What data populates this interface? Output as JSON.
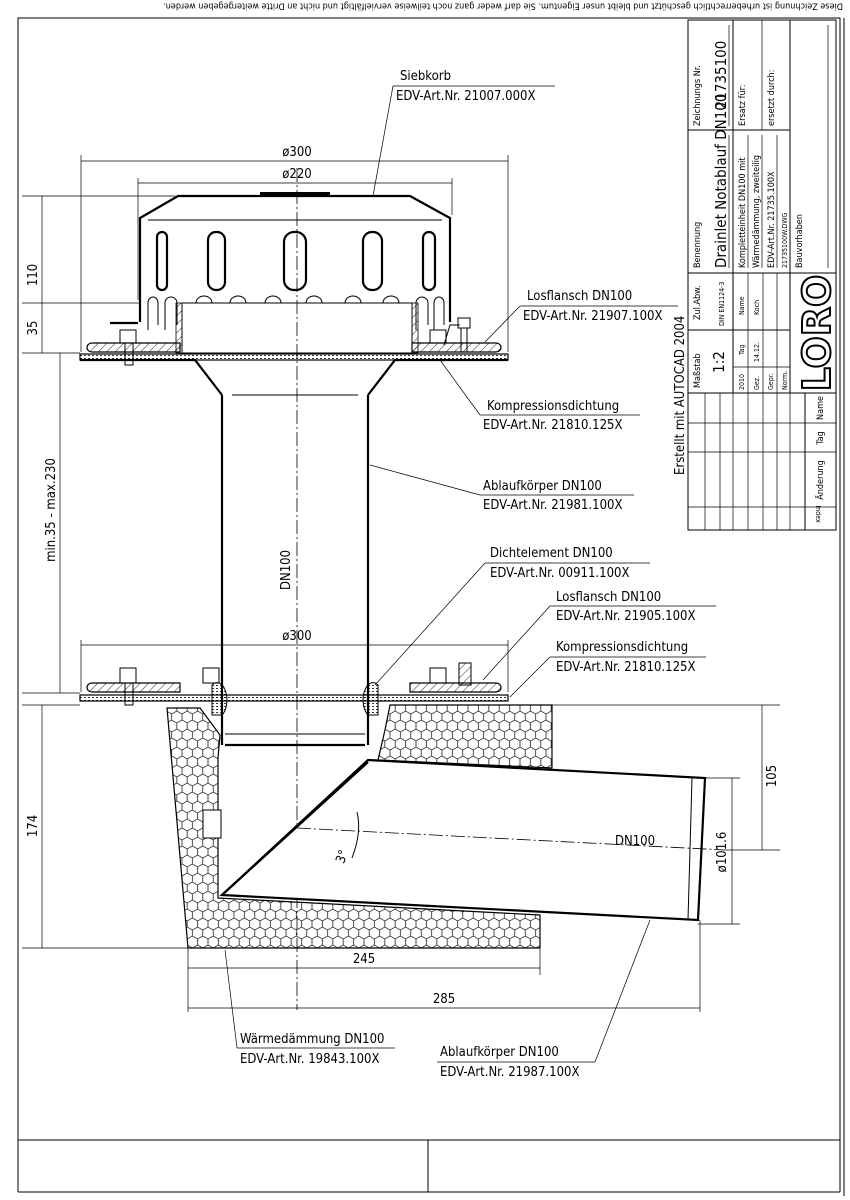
{
  "notice": "Diese Zeichnung ist urheberrechtlich geschützt und bleibt unser Eigentum. Sie darf weder ganz noch teilweise vervielfältigt und nicht an Dritte weitergegeben werden.",
  "dimensions": {
    "d300_top": "ø300",
    "d220": "ø220",
    "h110": "110",
    "h35": "35",
    "range": "min.35 - max.230",
    "pipe_dn": "DN100",
    "d300_bottom": "ø300",
    "h174": "174",
    "h105": "105",
    "d101": "ø101.6",
    "outlet_dn": "DN100",
    "angle": "3°",
    "w245": "245",
    "w285": "285"
  },
  "labels": [
    {
      "name": "Siebkorb",
      "art": "EDV-Art.Nr.  21007.000X"
    },
    {
      "name": "Losflansch DN100",
      "art": "EDV-Art.Nr.  21907.100X"
    },
    {
      "name": "Kompressionsdichtung",
      "art": "EDV-Art.Nr.  21810.125X"
    },
    {
      "name": "Ablaufkörper DN100",
      "art": "EDV-Art.Nr.  21981.100X"
    },
    {
      "name": "Dichtelement DN100",
      "art": "EDV-Art.Nr.  00911.100X"
    },
    {
      "name": "Losflansch DN100",
      "art": "EDV-Art.Nr.  21905.100X"
    },
    {
      "name": "Kompressionsdichtung",
      "art": "EDV-Art.Nr.  21810.125X"
    },
    {
      "name": "Wärmedämmung DN100",
      "art": "EDV-Art.Nr.  19843.100X"
    },
    {
      "name": "Ablaufkörper DN100",
      "art": "EDV-Art.Nr.  21987.100X"
    }
  ],
  "title_block": {
    "created_with": "Erstellt mit AUTOCAD 2004",
    "index": "Index",
    "change": "Änderung",
    "day": "Tag",
    "name": "Name",
    "scale_label": "Maßstab",
    "scale": "1:2",
    "tolerance_label": "Zul.Abw.",
    "tolerance": "DIN EN1124-3",
    "year": "2010",
    "day_h": "Tag",
    "name_h": "Name",
    "drawn": "Gez.",
    "drawn_day": "14.12.",
    "drawn_name": "Koch",
    "checked": "Gepr.",
    "norm": "Norm.",
    "logo": "LORO",
    "designation_label": "Benennung",
    "designation": "Drainlet Notablauf DN100",
    "desc1": "Kompletteinheit DN100 mit",
    "desc2": "Wärmedämmung, zweiteilig",
    "desc3": "EDV-Art.Nr. 21735.100X",
    "desc4": "21735100W.DWG",
    "project": "Bauvorhaben",
    "drawing_no_label": "Zeichnungs Nr.",
    "drawing_no": "21735100",
    "replaces": "Ersatz für:",
    "replaced_by": "ersetzt durch:"
  }
}
